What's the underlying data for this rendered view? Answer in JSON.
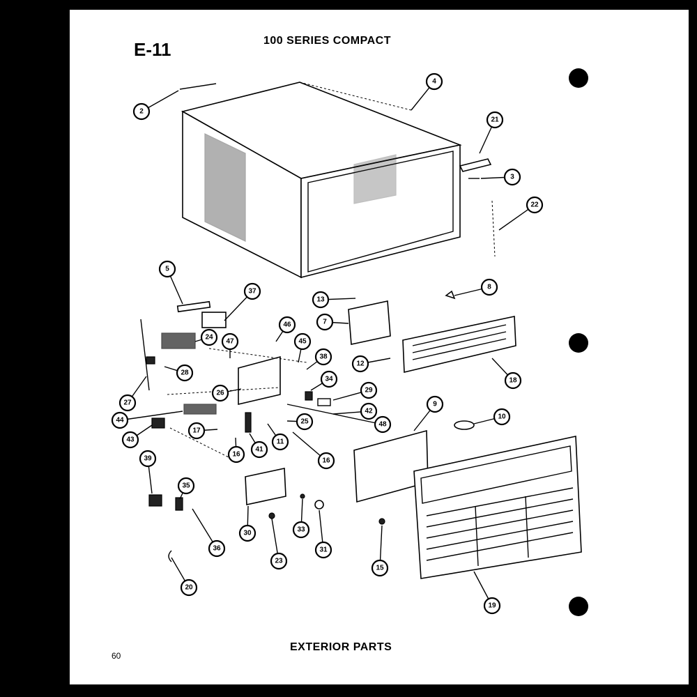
{
  "header": {
    "page_code": "E-11",
    "series_title": "100 SERIES COMPACT"
  },
  "footer": {
    "title": "EXTERIOR PARTS",
    "page_number": "60"
  },
  "callouts": [
    {
      "label": "2"
    },
    {
      "label": "4"
    },
    {
      "label": "21"
    },
    {
      "label": "3"
    },
    {
      "label": "22"
    },
    {
      "label": "5"
    },
    {
      "label": "37"
    },
    {
      "label": "13"
    },
    {
      "label": "8"
    },
    {
      "label": "7"
    },
    {
      "label": "46"
    },
    {
      "label": "24"
    },
    {
      "label": "47"
    },
    {
      "label": "45"
    },
    {
      "label": "12"
    },
    {
      "label": "18"
    },
    {
      "label": "38"
    },
    {
      "label": "28"
    },
    {
      "label": "34"
    },
    {
      "label": "26"
    },
    {
      "label": "29"
    },
    {
      "label": "27"
    },
    {
      "label": "42"
    },
    {
      "label": "9"
    },
    {
      "label": "10"
    },
    {
      "label": "44"
    },
    {
      "label": "25"
    },
    {
      "label": "48"
    },
    {
      "label": "17"
    },
    {
      "label": "43"
    },
    {
      "label": "11"
    },
    {
      "label": "41"
    },
    {
      "label": "16"
    },
    {
      "label": "16"
    },
    {
      "label": "39"
    },
    {
      "label": "35"
    },
    {
      "label": "36"
    },
    {
      "label": "30"
    },
    {
      "label": "33"
    },
    {
      "label": "31"
    },
    {
      "label": "23"
    },
    {
      "label": "15"
    },
    {
      "label": "20"
    },
    {
      "label": "19"
    }
  ]
}
